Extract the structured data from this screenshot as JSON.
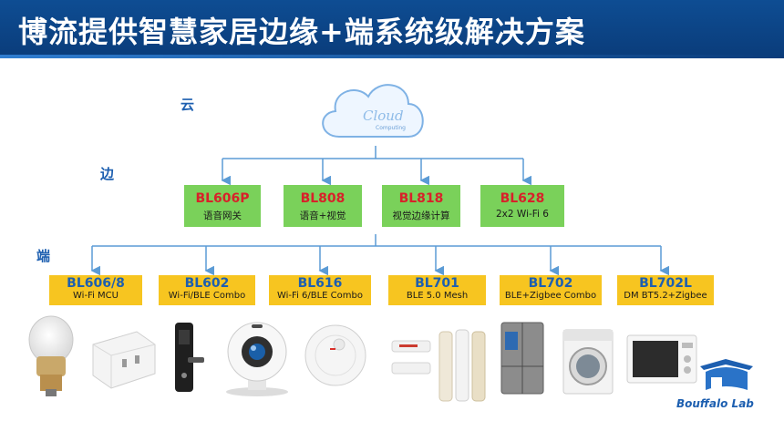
{
  "title": "博流提供智慧家居边缘+端系统级解决方案",
  "tiers": {
    "cloud": "云",
    "edge": "边",
    "device": "端"
  },
  "cloud": {
    "big": "Cloud",
    "small": "Computing"
  },
  "edge_boxes": [
    {
      "name": "BL606P",
      "desc": "语音网关"
    },
    {
      "name": "BL808",
      "desc": "语音+视觉"
    },
    {
      "name": "BL818",
      "desc": "视觉边缘计算"
    },
    {
      "name": "BL628",
      "desc": "2x2 Wi-Fi 6"
    }
  ],
  "device_boxes": [
    {
      "name": "BL606/8",
      "desc": "Wi-Fi MCU"
    },
    {
      "name": "BL602",
      "desc": "Wi-Fi/BLE Combo"
    },
    {
      "name": "BL616",
      "desc": "Wi-Fi 6/BLE Combo"
    },
    {
      "name": "BL701",
      "desc": "BLE 5.0 Mesh"
    },
    {
      "name": "BL702",
      "desc": "BLE+Zigbee Combo"
    },
    {
      "name": "BL702L",
      "desc": "DM BT5.2+Zigbee"
    }
  ],
  "devices": [
    "light-bulb",
    "smart-plug",
    "door-lock",
    "webcam",
    "robot-vacuum",
    "air-conditioner",
    "refrigerator",
    "washing-machine",
    "microwave"
  ],
  "brand": "Bouffalo Lab",
  "colors": {
    "title_bg": "#0e4d93",
    "edge_box": "#7ad15a",
    "device_box": "#f7c520",
    "chip_name_edge": "#d8212a",
    "chip_name_device": "#1d5fb0",
    "lines": "#5b9bd5"
  }
}
